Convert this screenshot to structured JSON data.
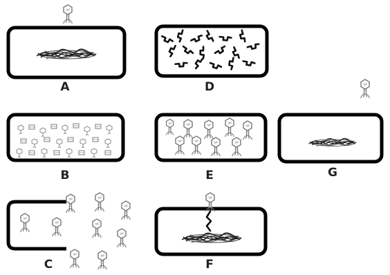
{
  "panels": [
    {
      "key": "A",
      "label": "A"
    },
    {
      "key": "B",
      "label": "B"
    },
    {
      "key": "C",
      "label": "C"
    },
    {
      "key": "D",
      "label": "D"
    },
    {
      "key": "E",
      "label": "E"
    },
    {
      "key": "F",
      "label": "F"
    },
    {
      "key": "G",
      "label": "G"
    }
  ],
  "colors": {
    "outline": "#000000",
    "dna": "#333333",
    "phage": "#777777",
    "label": "#222222",
    "background": "#ffffff"
  },
  "icons": [
    "phage-icon",
    "dna-tangle-icon",
    "dna-fragment-icon",
    "phage-part-icon"
  ]
}
